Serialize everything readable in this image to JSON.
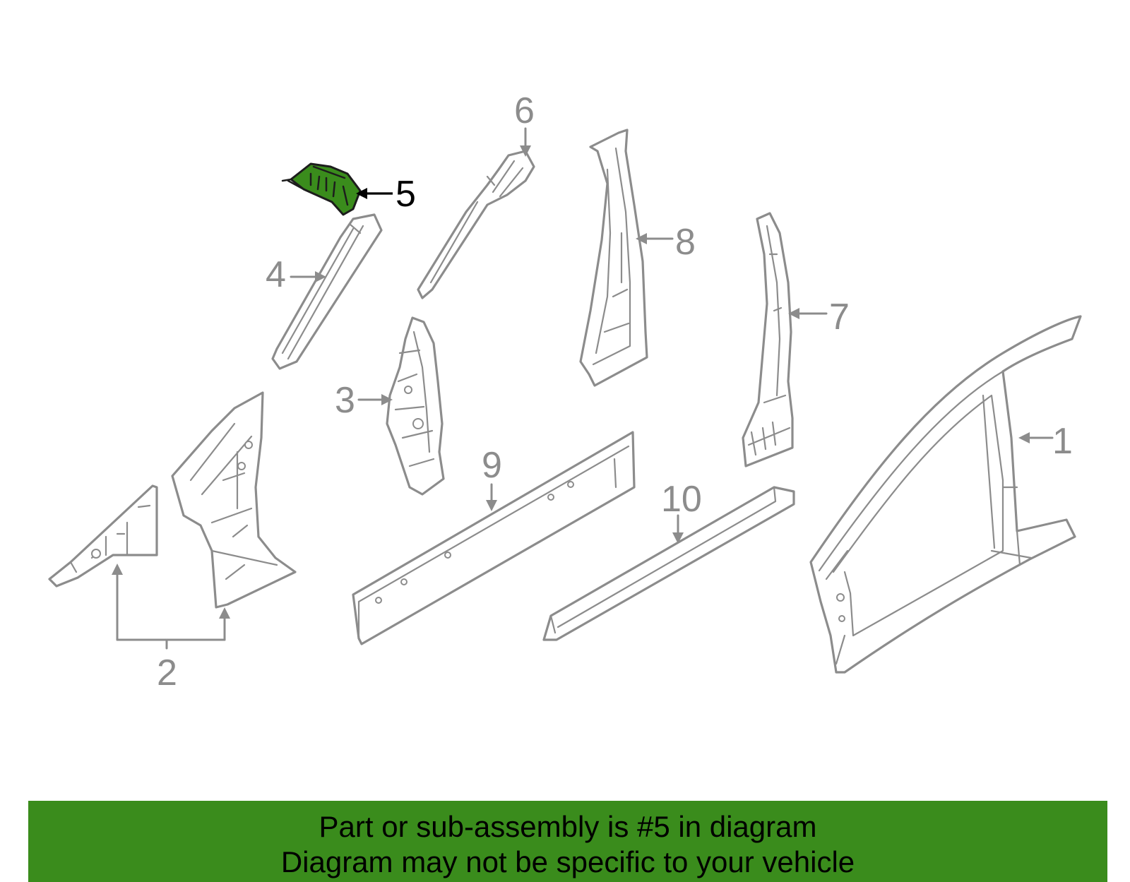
{
  "diagram": {
    "callouts": {
      "c1": "1",
      "c2": "2",
      "c3": "3",
      "c4": "4",
      "c5": "5",
      "c6": "6",
      "c7": "7",
      "c8": "8",
      "c9": "9",
      "c10": "10"
    },
    "highlighted_part": "5",
    "highlight_color": "#3a8c1c",
    "line_color": "#8c8c8c"
  },
  "banner": {
    "line1": "Part or sub-assembly is #5 in diagram",
    "line2": "Diagram may not be specific to your vehicle",
    "background_color": "#3a8c1c"
  }
}
